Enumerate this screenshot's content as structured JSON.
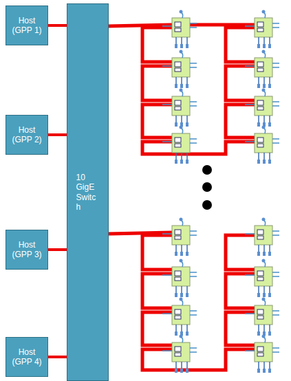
{
  "diagram": {
    "nodes": [
      {
        "text": [
          "Host (GPP 1)"
        ]
      },
      {
        "text": [
          "Host (GPP 2)"
        ]
      },
      {
        "text": [
          "Host (GPP 3)"
        ]
      },
      {
        "text": [
          "Host (GPP 4)"
        ]
      },
      {
        "text": [
          "10 GigE Switch"
        ]
      }
    ],
    "edges": [
      {
        "from": 0,
        "to": 4,
        "arrow": "none"
      },
      {
        "from": 1,
        "to": 4,
        "arrow": "none"
      },
      {
        "from": 2,
        "to": 4,
        "arrow": "none"
      },
      {
        "from": 3,
        "to": 4,
        "arrow": "none"
      }
    ]
  }
}
